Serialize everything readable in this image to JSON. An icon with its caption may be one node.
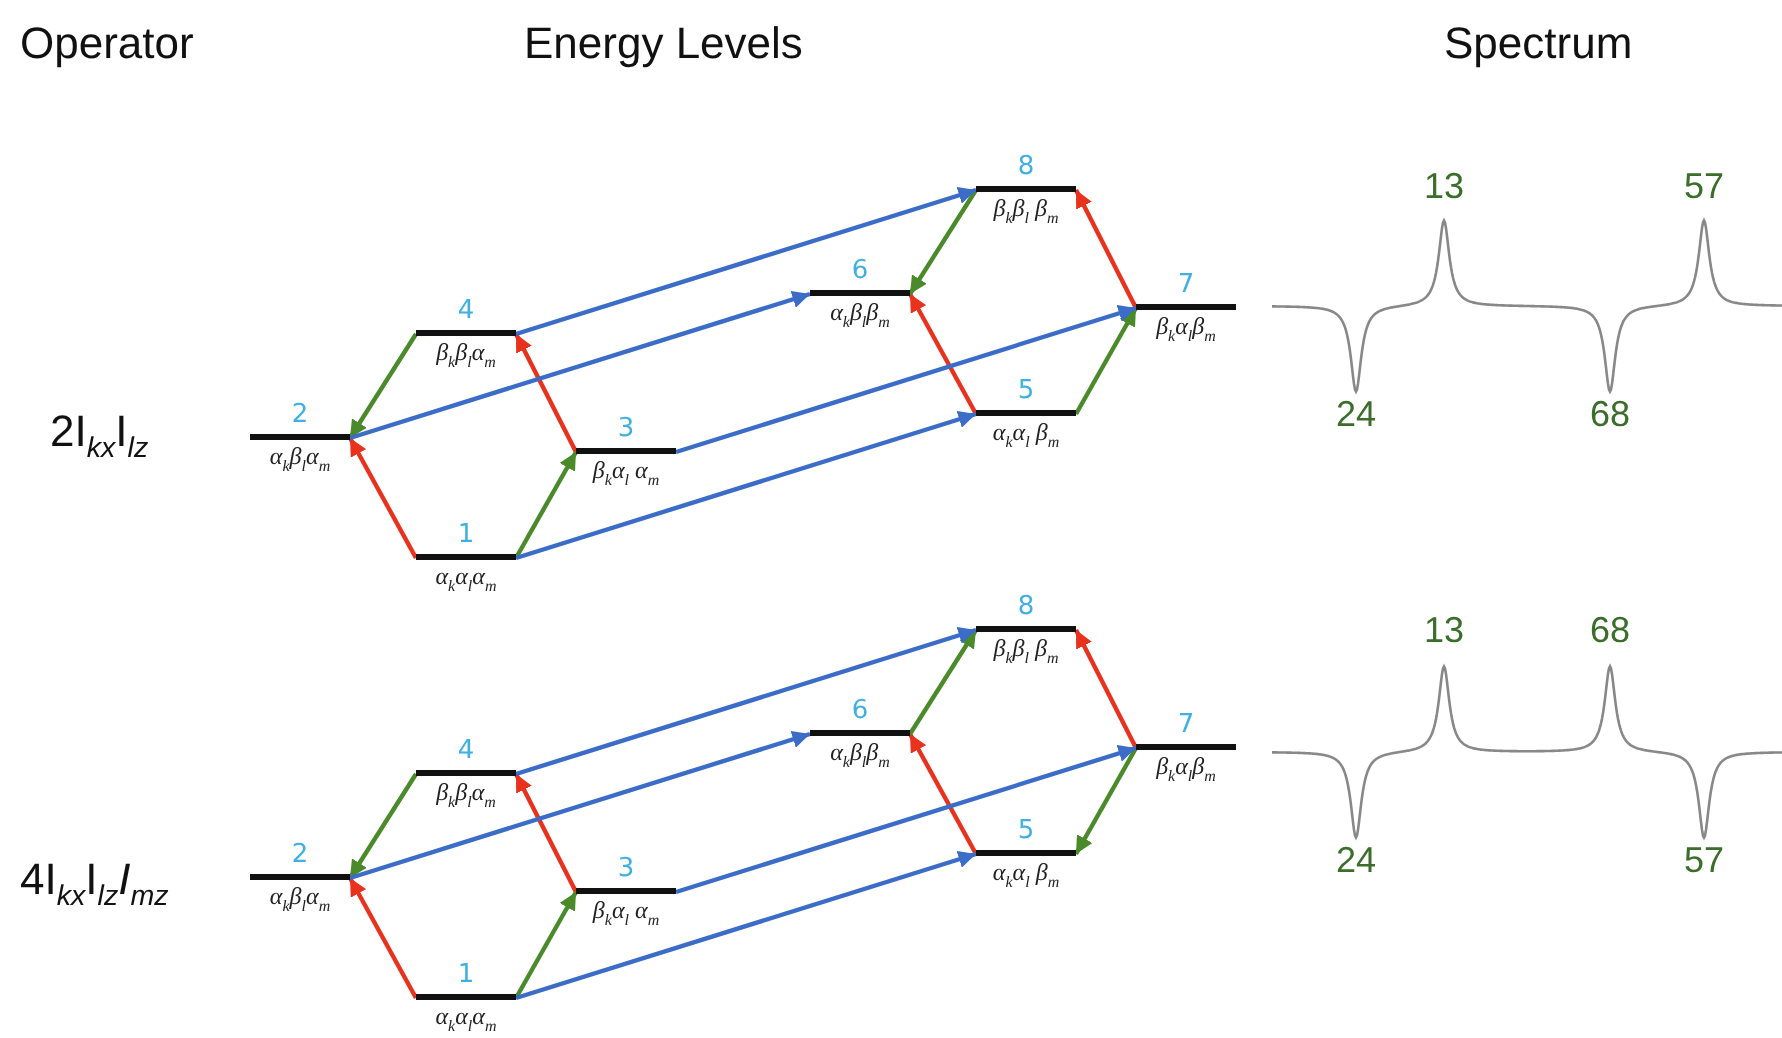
{
  "diagram": {
    "nodes": [
      {
        "text": [
          "1",
          "α$_{k}$α$_{l}$α$_{m}$"
        ]
      },
      {
        "text": [
          "2",
          "α$_{k}$β$_{l}$α$_{m}$"
        ]
      },
      {
        "text": [
          "3",
          "β$_{k}$α$_{l}$ α$_{m}$"
        ]
      },
      {
        "text": [
          "4",
          "β$_{k}$β$_{l}$α$_{m}$"
        ]
      },
      {
        "text": [
          "5",
          "α$_{k}$α$_{l}$ β$_{m}$"
        ]
      },
      {
        "text": [
          "6",
          "α$_{k}$β$_{l}$β$_{m}$"
        ]
      },
      {
        "text": [
          "7",
          "β$_{k}$α$_{l}$β$_{m}$"
        ]
      },
      {
        "text": [
          "8",
          "β$_{k}$β$_{l}$ β$_{m}$"
        ]
      },
      {
        "text": [
          "1",
          "α$_{k}$α$_{l}$α$_{m}$"
        ]
      },
      {
        "text": [
          "2",
          "α$_{k}$β$_{l}$α$_{m}$"
        ]
      },
      {
        "text": [
          "3",
          "β$_{k}$α$_{l}$ α$_{m}$"
        ]
      },
      {
        "text": [
          "4",
          "β$_{k}$β$_{l}$α$_{m}$"
        ]
      },
      {
        "text": [
          "5",
          "α$_{k}$α$_{l}$ β$_{m}$"
        ]
      },
      {
        "text": [
          "6",
          "α$_{k}$β$_{l}$β$_{m}$"
        ]
      },
      {
        "text": [
          "7",
          "β$_{k}$α$_{l}$β$_{m}$"
        ]
      },
      {
        "text": [
          "8",
          "β$_{k}$β$_{l}$ β$_{m}$"
        ]
      }
    ],
    "edges": [
      {
        "from": 0,
        "to": 1,
        "arrow": "to",
        "color": "#e8321e"
      },
      {
        "from": 2,
        "to": 3,
        "arrow": "to",
        "color": "#e8321e"
      },
      {
        "from": 4,
        "to": 5,
        "arrow": "to",
        "color": "#e8321e"
      },
      {
        "from": 6,
        "to": 7,
        "arrow": "to",
        "color": "#e8321e"
      },
      {
        "from": 3,
        "to": 1,
        "arrow": "to",
        "color": "#4a8a2a"
      },
      {
        "from": 0,
        "to": 2,
        "arrow": "to",
        "color": "#4a8a2a"
      },
      {
        "from": 7,
        "to": 5,
        "arrow": "to",
        "color": "#4a8a2a"
      },
      {
        "from": 4,
        "to": 6,
        "arrow": "to",
        "color": "#4a8a2a"
      },
      {
        "from": 0,
        "to": 4,
        "arrow": "to",
        "color": "#3a6cc8"
      },
      {
        "from": 1,
        "to": 5,
        "arrow": "to",
        "color": "#3a6cc8"
      },
      {
        "from": 2,
        "to": 6,
        "arrow": "to",
        "color": "#3a6cc8"
      },
      {
        "from": 3,
        "to": 7,
        "arrow": "to",
        "color": "#3a6cc8"
      },
      {
        "from": 8,
        "to": 9,
        "arrow": "to",
        "color": "#e8321e"
      },
      {
        "from": 10,
        "to": 11,
        "arrow": "to",
        "color": "#e8321e"
      },
      {
        "from": 12,
        "to": 13,
        "arrow": "to",
        "color": "#e8321e"
      },
      {
        "from": 14,
        "to": 15,
        "arrow": "to",
        "color": "#e8321e"
      },
      {
        "from": 11,
        "to": 9,
        "arrow": "to",
        "color": "#4a8a2a"
      },
      {
        "from": 8,
        "to": 10,
        "arrow": "to",
        "color": "#4a8a2a"
      },
      {
        "from": 13,
        "to": 15,
        "arrow": "to",
        "color": "#4a8a2a"
      },
      {
        "from": 14,
        "to": 12,
        "arrow": "to",
        "color": "#4a8a2a"
      },
      {
        "from": 8,
        "to": 12,
        "arrow": "to",
        "color": "#3a6cc8"
      },
      {
        "from": 9,
        "to": 13,
        "arrow": "to",
        "color": "#3a6cc8"
      },
      {
        "from": 10,
        "to": 14,
        "arrow": "to",
        "color": "#3a6cc8"
      },
      {
        "from": 11,
        "to": 15,
        "arrow": "to",
        "color": "#3a6cc8"
      }
    ],
    "labels": [
      "Operator",
      "Energy Levels",
      "Spectrum",
      "2I$_{kx}$I$_{lz}$",
      "13",
      "57",
      "24",
      "68",
      "4I$_{kx}$I$_{lz}$*I*$_{mz}$",
      "13",
      "68",
      "24",
      "57"
    ]
  }
}
